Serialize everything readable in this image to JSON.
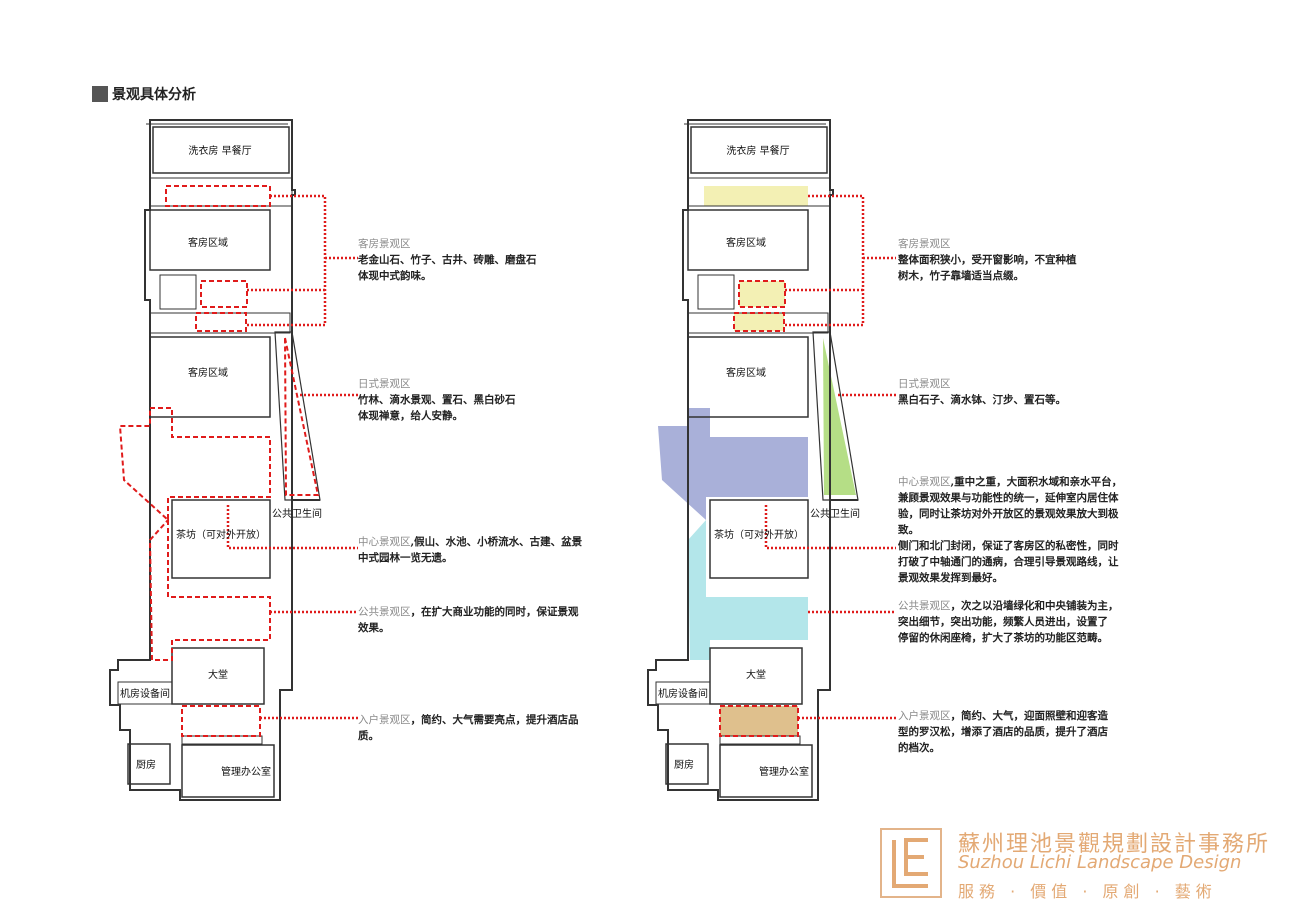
{
  "page_title": "景观具体分析",
  "rooms": {
    "laundry": "洗衣房 早餐厅",
    "guest1": "客房区域",
    "guest2": "客房区域",
    "public_wc": "公共卫生间",
    "teahouse": "茶坊（可对外开放）",
    "lobby": "大堂",
    "machine_room": "机房设备间",
    "kitchen": "厨房",
    "office": "管理办公室"
  },
  "left_notes": [
    {
      "title": "客房景观区",
      "body": "老金山石、竹子、古井、砖雕、磨盘石\n体现中式韵味。"
    },
    {
      "title": "日式景观区",
      "body": "竹林、滴水景观、置石、黑白砂石\n体现禅意，给人安静。"
    },
    {
      "title": "中心景观区",
      "body": ",假山、水池、小桥流水、古建、盆景\n中式园林一览无遗。"
    },
    {
      "title": "公共景观区",
      "body": "，在扩大商业功能的同时，保证景观\n效果。"
    },
    {
      "title": "入户景观区",
      "body": "，简约、大气需要亮点，提升酒店品\n质。"
    }
  ],
  "right_notes": [
    {
      "title": "客房景观区",
      "body": "整体面积狭小，受开窗影响，不宜种植\n树木，竹子靠墙适当点缀。"
    },
    {
      "title": "日式景观区",
      "body": "黑白石子、滴水钵、汀步、置石等。"
    },
    {
      "title": "中心景观区",
      "body": ",重中之重，大面积水域和亲水平台，\n兼顾景观效果与功能性的统一，延伸室内居住体\n验，同时让茶坊对外开放区的景观效果放大到极\n致。\n侧门和北门封闭，保证了客房区的私密性，同时\n打破了中轴通门的通病，合理引导景观路线，让\n景观效果发挥到最好。"
    },
    {
      "title": "公共景观区",
      "body": "，次之以沿墙绿化和中央铺装为主，\n突出细节，突出功能，频繁人员进出，设置了\n停留的休闲座椅，扩大了茶坊的功能区范畴。"
    },
    {
      "title": "入户景观区",
      "body": "，简约、大气，迎面照壁和迎客造\n型的罗汉松，增添了酒店的品质，提升了酒店\n的档次。"
    }
  ],
  "logo": {
    "line1": "蘇州理池景觀規劃設計事務所",
    "line2": "Suzhou Lichi Landscape Design",
    "line3": "服務 · 價值 · 原創 · 藝術"
  },
  "zone_colors": {
    "guest": "#f3f0b4",
    "japanese": "#b5de86",
    "central": "#a9b0d9",
    "public": "#b3e6ea",
    "entry": "#dfc08d",
    "highlight_line": "#e01b1b"
  }
}
